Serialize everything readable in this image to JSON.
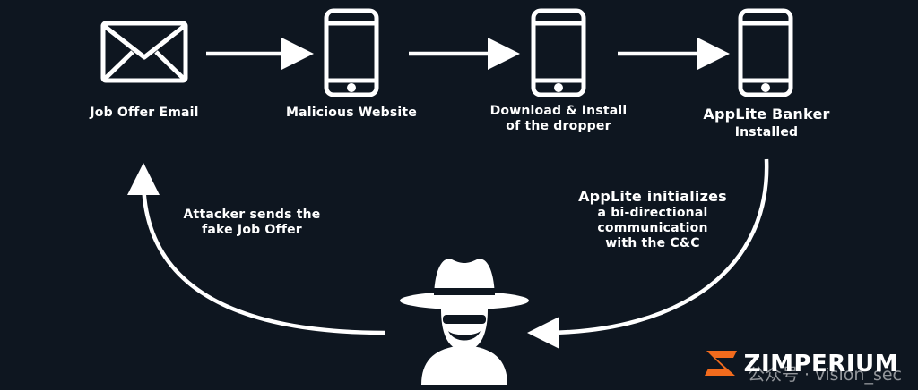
{
  "nodes": {
    "email": {
      "label": "Job Offer Email"
    },
    "website": {
      "label": "Malicious Website"
    },
    "dropper": {
      "label_line1": "Download & Install",
      "label_line2": "of the dropper"
    },
    "banker": {
      "label_line1": "AppLite Banker",
      "label_line2": "Installed"
    }
  },
  "edges": {
    "attacker_to_email": {
      "line1": "Attacker sends the",
      "line2": "fake Job Offer"
    },
    "banker_to_attacker": {
      "line1": "AppLite initializes",
      "line2": "a bi-directional",
      "line3": "communication",
      "line4": "with the C&C"
    }
  },
  "brand": {
    "name": "ZIMPERIUM"
  },
  "watermark": {
    "text": "公众号 · vision_sec"
  },
  "colors": {
    "background": "#0e1620",
    "foreground": "#ffffff",
    "brand_accent": "#f26b1d"
  }
}
